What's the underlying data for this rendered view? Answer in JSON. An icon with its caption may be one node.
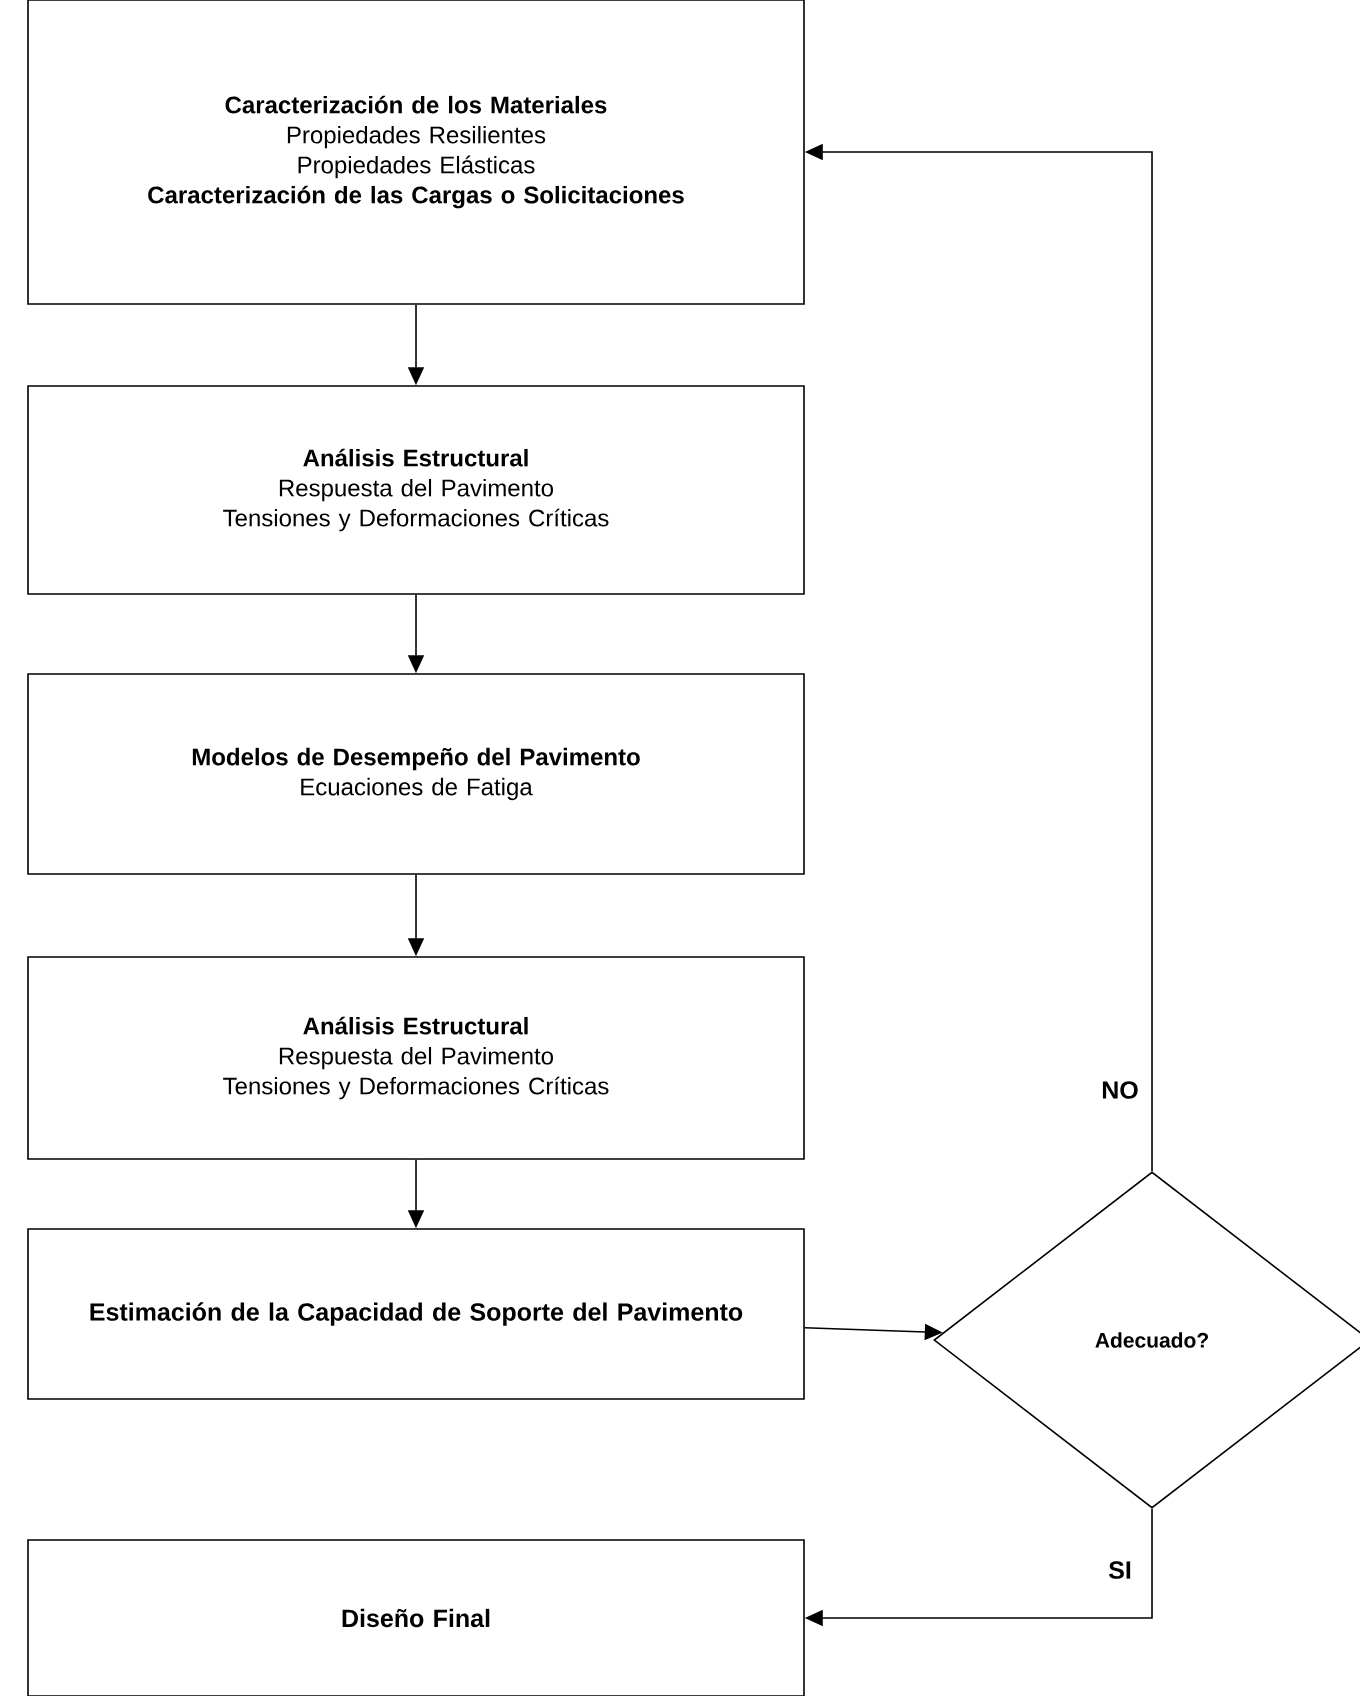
{
  "diagram": {
    "nodes": [
      {
        "text": [
          "Caracterización de los Materiales",
          "Propiedades Resilientes",
          "Propiedades Elásticas",
          "Caracterización de las Cargas o Solicitaciones"
        ]
      },
      {
        "text": [
          "Análisis Estructural",
          "Respuesta del Pavimento",
          "Tensiones y Deformaciones Críticas"
        ]
      },
      {
        "text": [
          "Modelos de Desempeño del Pavimento",
          "Ecuaciones de Fatiga"
        ]
      },
      {
        "text": [
          "Análisis Estructural",
          "Respuesta del Pavimento",
          "Tensiones y Deformaciones Críticas"
        ]
      },
      {
        "text": [
          "Estimación de la Capacidad de Soporte del Pavimento"
        ]
      },
      {
        "text": [
          "Adecuado?"
        ]
      },
      {
        "text": [
          "Diseño Final"
        ]
      }
    ],
    "edges": [
      {
        "from": 0,
        "to": 1,
        "arrow": "to"
      },
      {
        "from": 1,
        "to": 2,
        "arrow": "to"
      },
      {
        "from": 2,
        "to": 3,
        "arrow": "to"
      },
      {
        "from": 3,
        "to": 4,
        "arrow": "to"
      },
      {
        "from": 4,
        "to": 5,
        "arrow": "to"
      },
      {
        "from": 5,
        "to": 0,
        "arrow": "to",
        "label": "NO"
      },
      {
        "from": 5,
        "to": 6,
        "arrow": "to",
        "label": "SI"
      }
    ]
  }
}
